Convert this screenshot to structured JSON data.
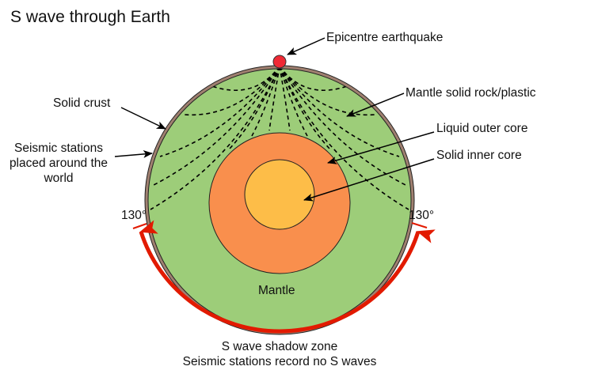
{
  "title": "S wave through Earth",
  "labels": {
    "epicentre": "Epicentre earthquake",
    "mantle_solid": "Mantle solid rock/plastic",
    "liquid_outer_core": "Liquid outer core",
    "solid_inner_core": "Solid inner core",
    "solid_crust": "Solid crust",
    "stations_line1": "Seismic stations",
    "stations_line2": "placed around the",
    "stations_line3": "world",
    "angle_left": "130°",
    "angle_right": "130°",
    "mantle": "Mantle",
    "shadow_line1": "S wave shadow zone",
    "shadow_line2": "Seismic stations record no S waves"
  },
  "colors": {
    "crust": "#a08070",
    "mantle": "#9dcd79",
    "outer_core": "#f98f4d",
    "inner_core": "#fdbd48",
    "epicentre": "#f02a35",
    "shadow_arrow": "#e21a00"
  },
  "layers": [
    {
      "name": "Solid crust",
      "state": "solid"
    },
    {
      "name": "Mantle",
      "state": "solid rock/plastic"
    },
    {
      "name": "Liquid outer core",
      "state": "liquid"
    },
    {
      "name": "Solid inner core",
      "state": "solid"
    }
  ],
  "shadow_zone_angle_deg": 130
}
